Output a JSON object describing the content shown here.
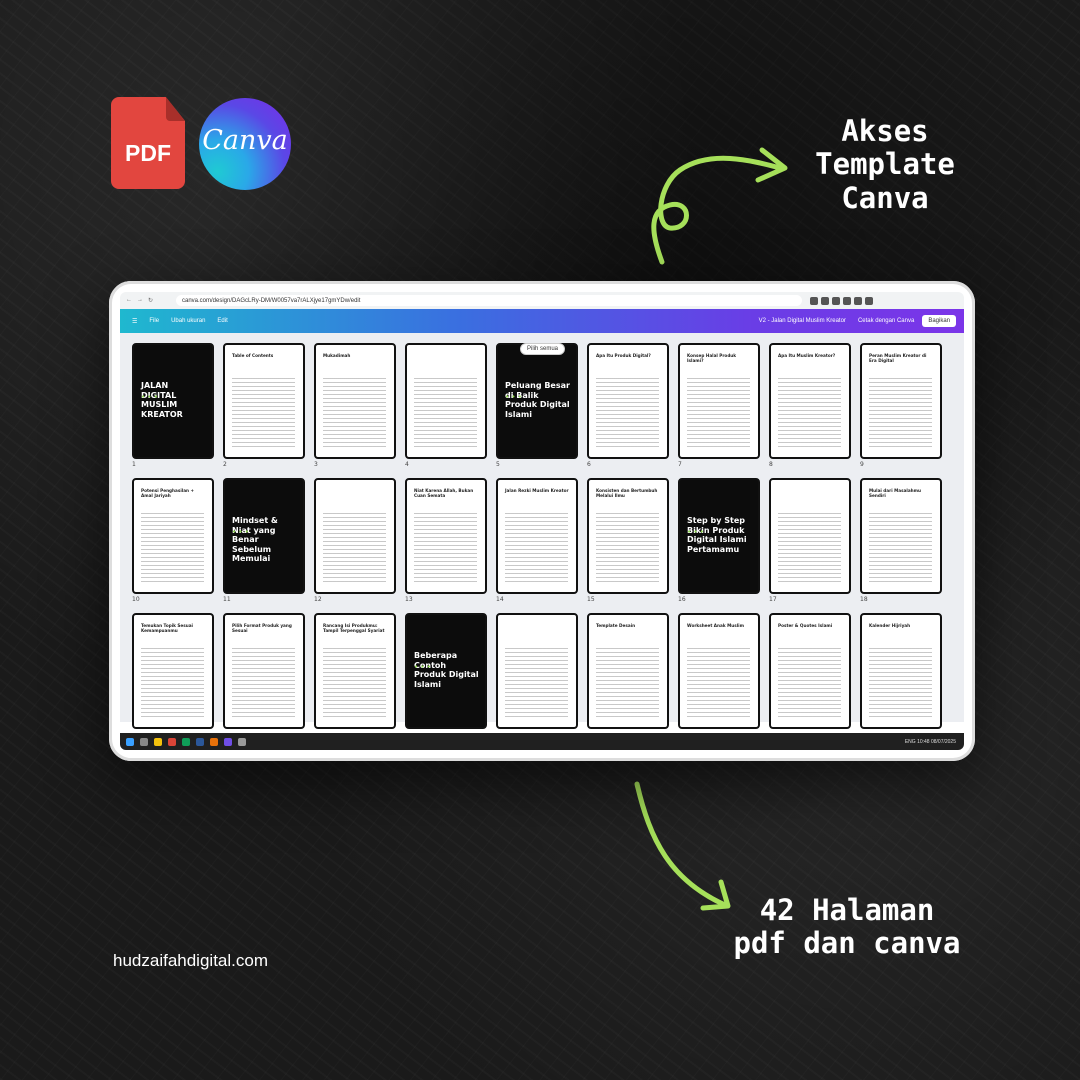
{
  "badges": {
    "pdf_label": "PDF",
    "canva_label": "Canva"
  },
  "callouts": {
    "top_line1": "Akses",
    "top_line2": "Template",
    "top_line3": "Canva",
    "bottom_line1": "42 Halaman",
    "bottom_line2": "pdf dan canva"
  },
  "brand": "hudzaifahdigital.com",
  "browser": {
    "url": "canva.com/design/DAGcLRy-DM/W0057va7rALXjye17gmYDw/edit"
  },
  "editor": {
    "menu_file": "File",
    "menu_resize": "Ubah ukuran",
    "menu_edit": "Edit",
    "doc_title": "V2 - Jalan Digital Muslim Kreator",
    "print_btn": "Cetak dengan Canva",
    "share_btn": "Bagikan",
    "select_all": "Pilih semua"
  },
  "pages": [
    {
      "n": "1",
      "title": "JALAN DIGITAL MUSLIM KREATOR",
      "dark": true
    },
    {
      "n": "2",
      "title": "Table of Contents",
      "dark": false
    },
    {
      "n": "3",
      "title": "Mukadimah",
      "dark": false
    },
    {
      "n": "4",
      "title": "",
      "dark": false
    },
    {
      "n": "5",
      "title": "Peluang Besar di Balik Produk Digital Islami",
      "dark": true
    },
    {
      "n": "6",
      "title": "Apa Itu Produk Digital?",
      "dark": false
    },
    {
      "n": "7",
      "title": "Konsep Halal Produk Islami?",
      "dark": false
    },
    {
      "n": "8",
      "title": "Apa Itu Muslim Kreator?",
      "dark": false
    },
    {
      "n": "9",
      "title": "Peran Muslim Kreator di Era Digital",
      "dark": false
    },
    {
      "n": "10",
      "title": "Potensi Penghasilan + Amal Jariyah",
      "dark": false
    },
    {
      "n": "11",
      "title": "Mindset & Niat yang Benar Sebelum Memulai",
      "dark": true
    },
    {
      "n": "12",
      "title": "",
      "dark": false
    },
    {
      "n": "13",
      "title": "Niat Karena Allah, Bukan Cuan Semata",
      "dark": false
    },
    {
      "n": "14",
      "title": "Jalan Rezki Muslim Kreator",
      "dark": false
    },
    {
      "n": "15",
      "title": "Konsisten dan Bertumbuh Melalui Ilmu",
      "dark": false
    },
    {
      "n": "16",
      "title": "Step by Step Bikin Produk Digital Islami Pertamamu",
      "dark": true
    },
    {
      "n": "17",
      "title": "",
      "dark": false
    },
    {
      "n": "18",
      "title": "Mulai dari Masalahmu Sendiri",
      "dark": false
    },
    {
      "n": "",
      "title": "Temukan Topik Sesuai Kemampuanmu",
      "dark": false
    },
    {
      "n": "",
      "title": "Pilih Format Produk yang Sesuai",
      "dark": false
    },
    {
      "n": "",
      "title": "Rancang Isi Produkmu: Tampil Terpenggal Syariat",
      "dark": false
    },
    {
      "n": "",
      "title": "Beberapa Contoh Produk Digital Islami",
      "dark": true
    },
    {
      "n": "",
      "title": "",
      "dark": false
    },
    {
      "n": "",
      "title": "Template Desain",
      "dark": false
    },
    {
      "n": "",
      "title": "Worksheet Anak Muslim",
      "dark": false
    },
    {
      "n": "",
      "title": "Poster & Quotes Islami",
      "dark": false
    },
    {
      "n": "",
      "title": "Kalender Hijriyah",
      "dark": false
    }
  ],
  "taskbar": {
    "time": "10:48",
    "date": "08/07/2025",
    "lang": "ENG"
  },
  "colors": {
    "accent_green": "#8bd64a",
    "pdf_red": "#e2463f"
  }
}
